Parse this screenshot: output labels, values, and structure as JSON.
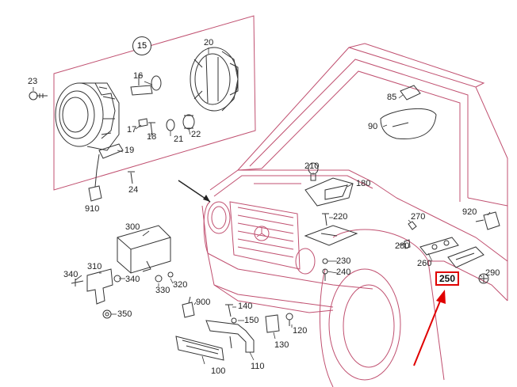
{
  "diagram": {
    "colors": {
      "car_outline": "#c05070",
      "parts": "#333333",
      "highlight": "#e00000",
      "arrow": "#e00000"
    },
    "group_label": "15",
    "highlight_label": "250",
    "labels": {
      "p20": "20",
      "p23": "23",
      "p16": "16",
      "p17": "17",
      "p18": "18",
      "p21": "21",
      "p22": "22",
      "p19": "19",
      "p24": "24",
      "p910": "910",
      "p85": "85",
      "p90": "90",
      "p210": "210",
      "p180": "180",
      "p220": "220",
      "p270": "270",
      "p920": "920",
      "p280": "280",
      "p230": "230",
      "p240": "240",
      "p260": "260",
      "p290": "290",
      "p300": "300",
      "p310": "310",
      "p340a": "340",
      "p340b": "340",
      "p330": "330",
      "p320": "320",
      "p350": "350",
      "p900": "900",
      "p140": "140",
      "p150": "150",
      "p120": "120",
      "p130": "130",
      "p100": "100",
      "p110": "110"
    }
  }
}
